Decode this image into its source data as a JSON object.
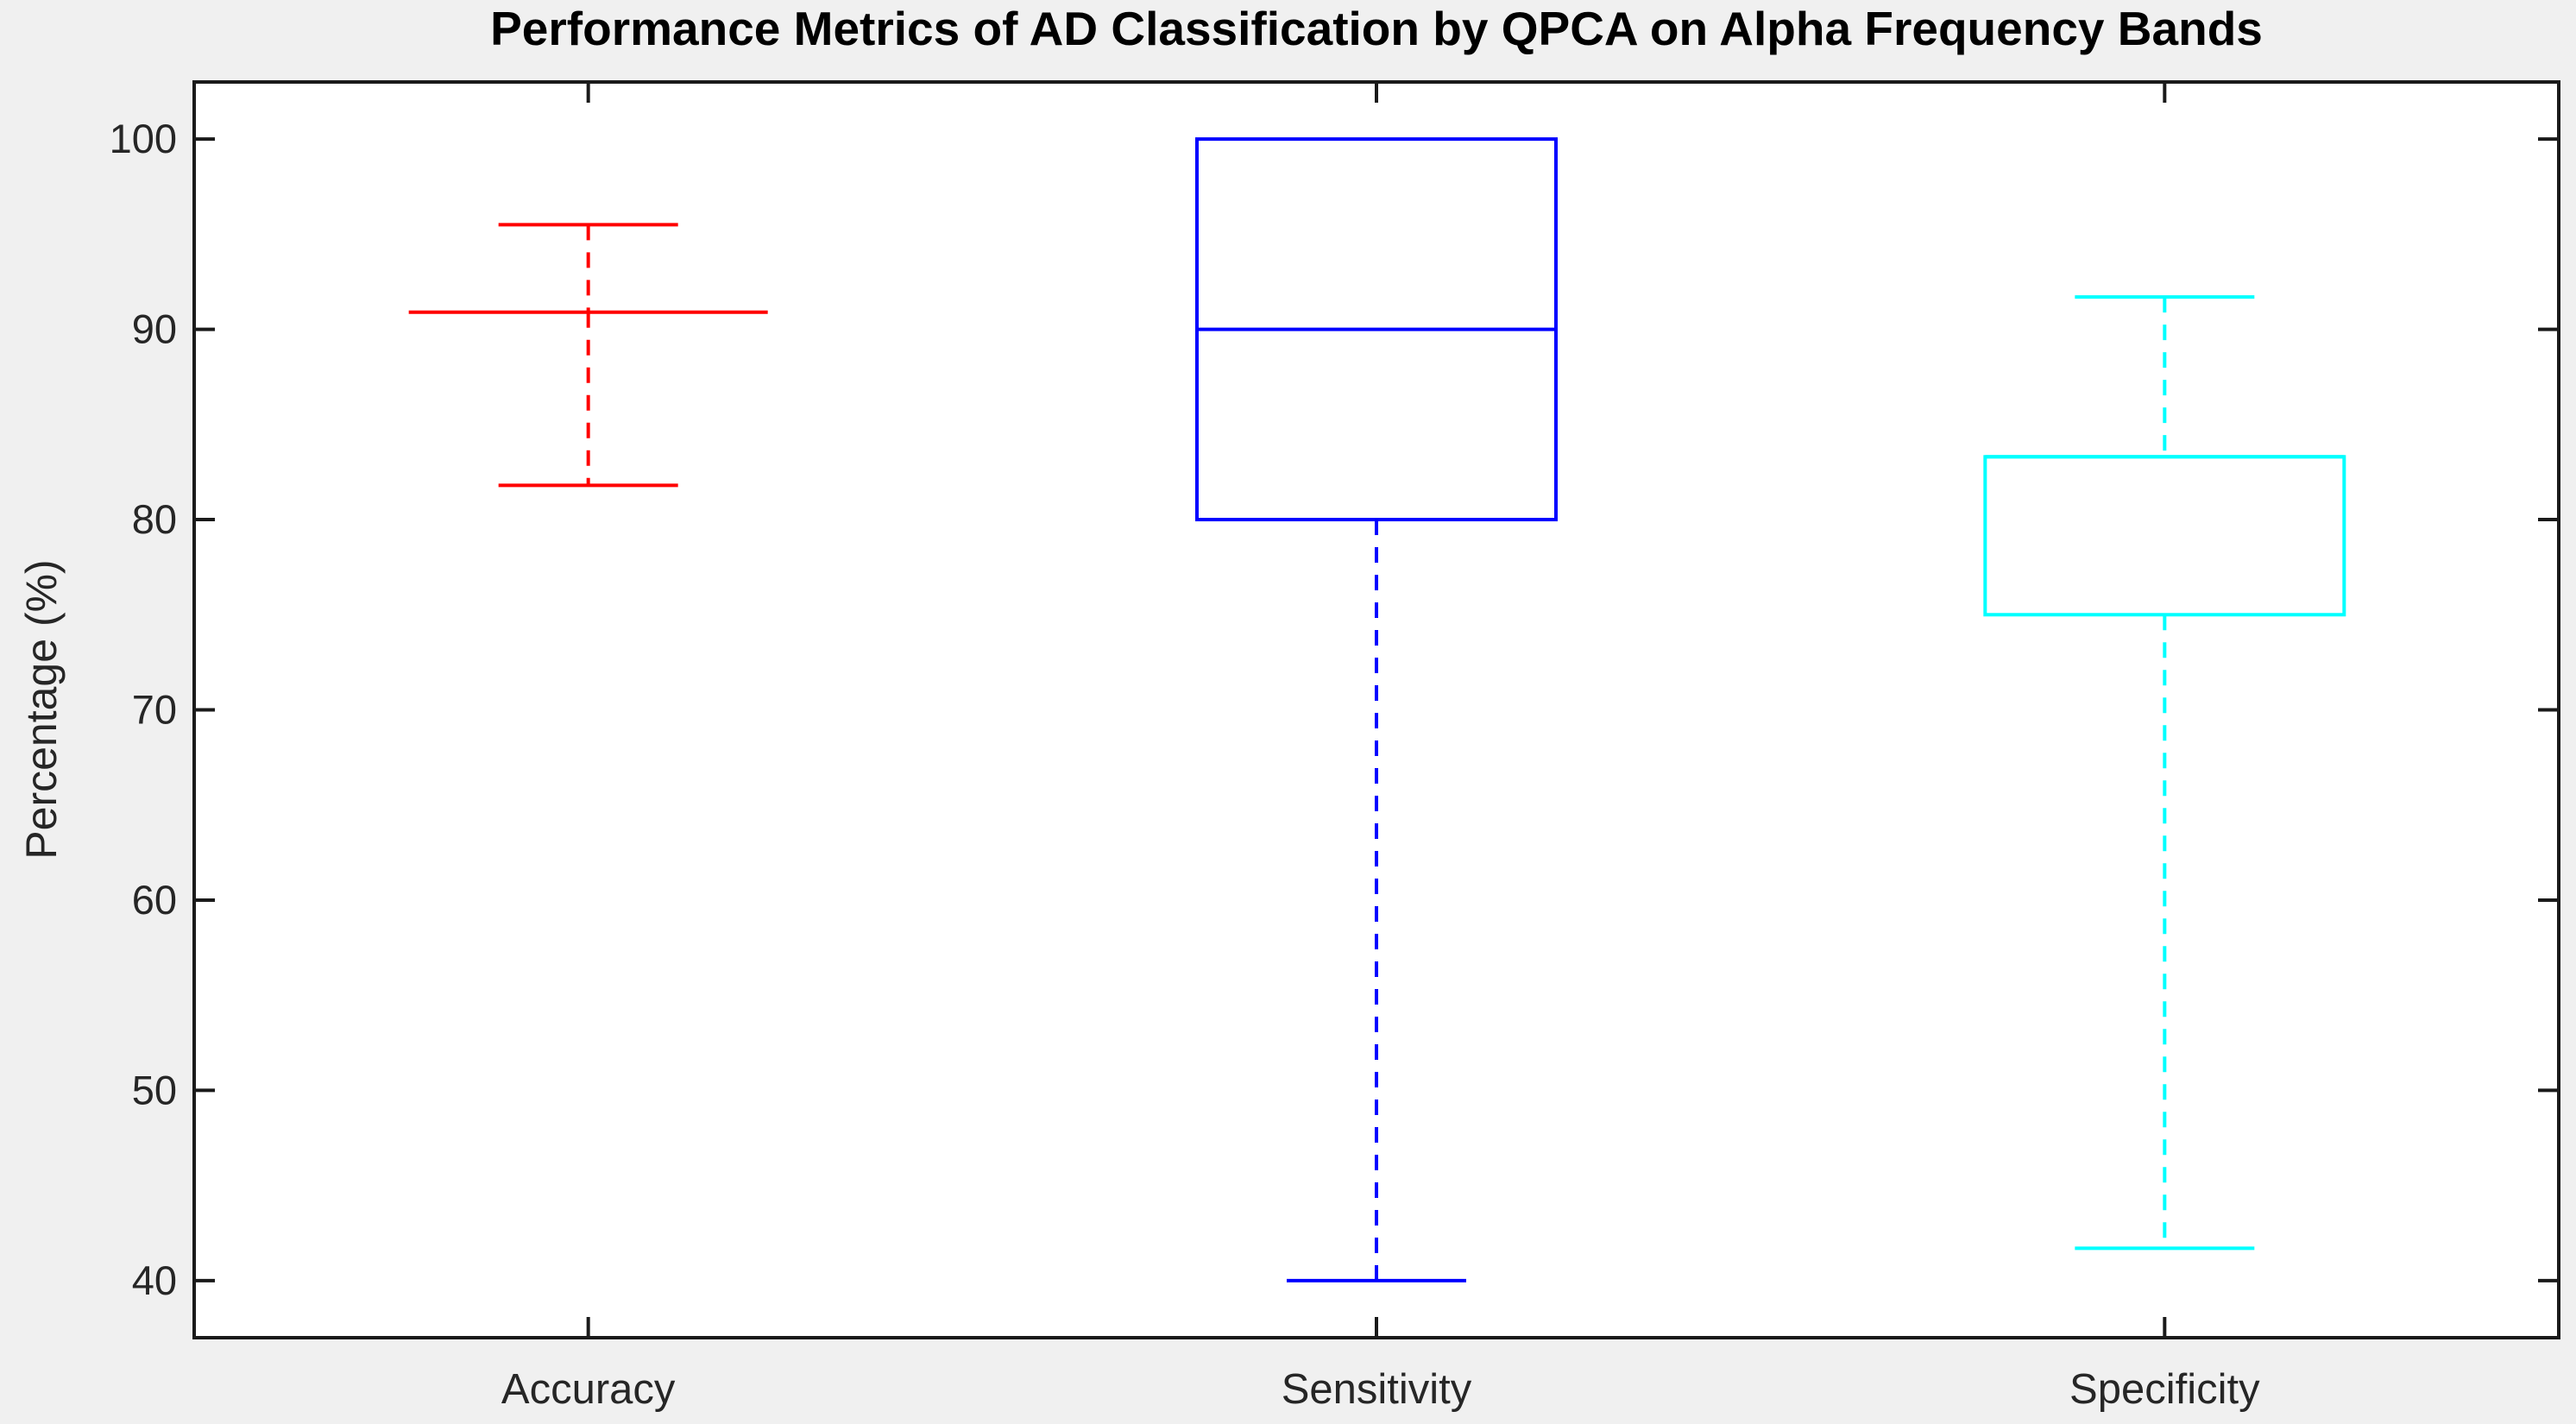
{
  "figure": {
    "background": "#f0f0f0",
    "plot_background": "#ffffff",
    "axis_color": "#1a1a1a",
    "tick_label_color": "#262626"
  },
  "chart_data": {
    "type": "boxplot",
    "title": "Performance Metrics of AD Classification by QPCA on Alpha Frequency Bands",
    "xlabel": "",
    "ylabel": "Percentage (%)",
    "categories": [
      "Accuracy",
      "Sensitivity",
      "Specificity"
    ],
    "yticks": [
      40,
      50,
      60,
      70,
      80,
      90,
      100
    ],
    "ylim": [
      37,
      103
    ],
    "grid": false,
    "legend": "none",
    "series": [
      {
        "name": "Accuracy",
        "color": "#ff0000",
        "whisker_low": 81.8,
        "q1": 90.9,
        "median": 90.9,
        "q3": 90.9,
        "whisker_high": 95.5
      },
      {
        "name": "Sensitivity",
        "color": "#0000ff",
        "whisker_low": 40,
        "q1": 80,
        "median": 90,
        "q3": 100,
        "whisker_high": 100
      },
      {
        "name": "Specificity",
        "color": "#00ffff",
        "whisker_low": 41.7,
        "q1": 75,
        "median": 83.3,
        "q3": 83.3,
        "whisker_high": 91.7
      }
    ]
  }
}
